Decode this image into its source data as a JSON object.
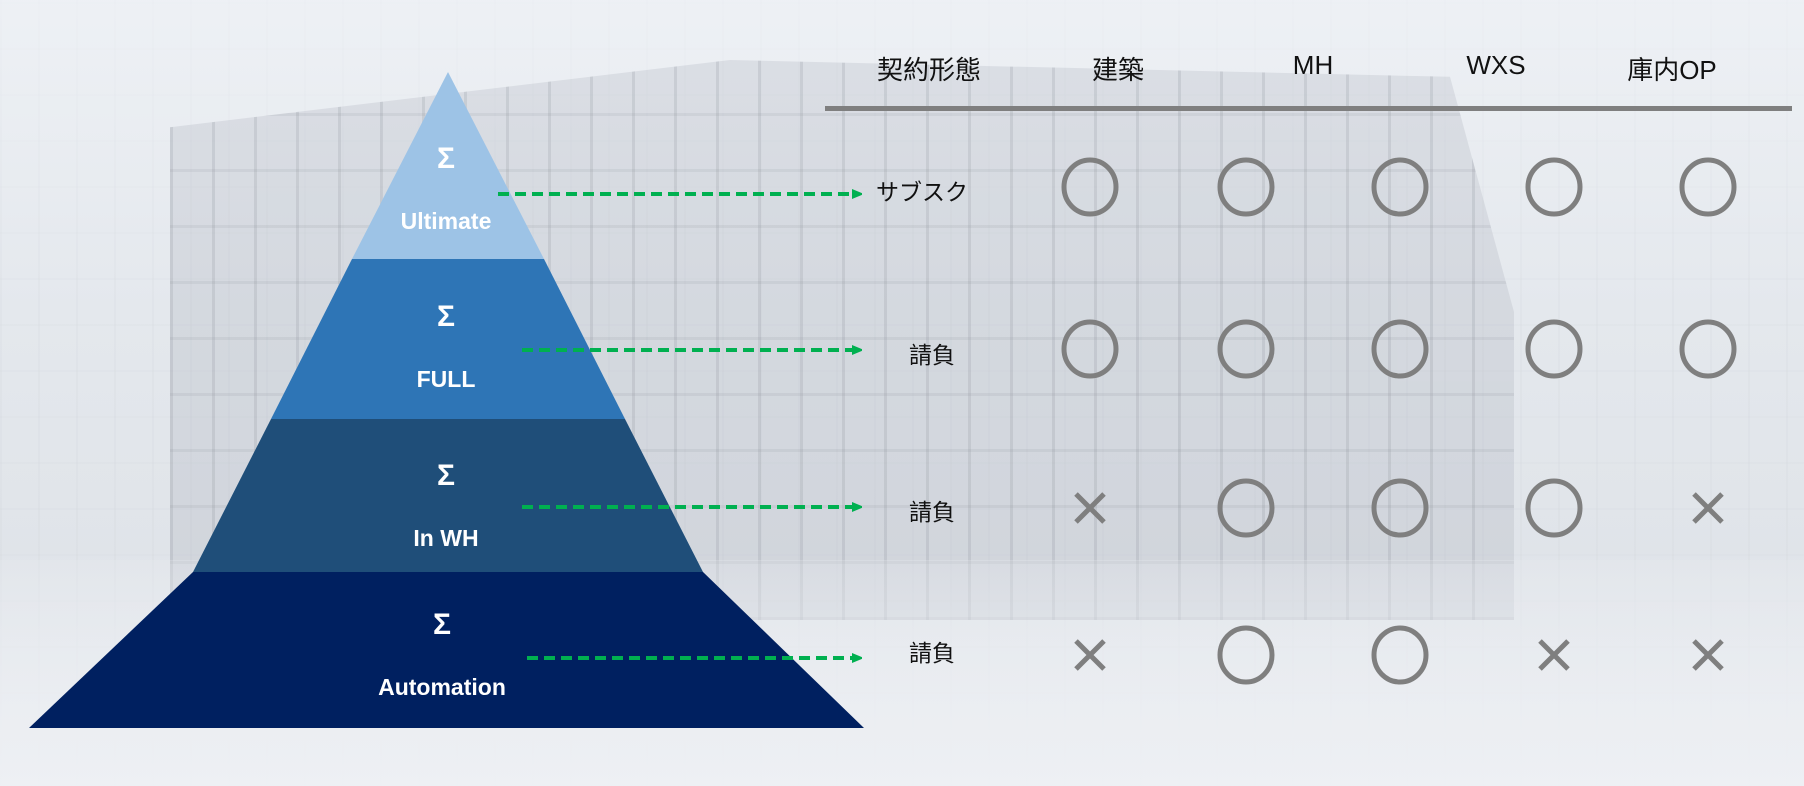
{
  "colors": {
    "tier_ultimate": "#9DC3E6",
    "tier_full": "#2E75B6",
    "tier_inwh": "#1F4E79",
    "tier_automation": "#002060",
    "arrow": "#00B050",
    "mark": "#7F7F7F",
    "header_line": "#7F7F7F"
  },
  "pyramid": {
    "tiers": [
      {
        "icon": "Σ",
        "name": "Ultimate"
      },
      {
        "icon": "Σ",
        "name": "FULL"
      },
      {
        "icon": "Σ",
        "name": "In WH"
      },
      {
        "icon": "Σ",
        "name": "Automation"
      }
    ]
  },
  "table": {
    "headers": [
      "契約形態",
      "建築",
      "MH",
      "WXS",
      "庫内OP"
    ],
    "rows": [
      {
        "tier": "Ultimate",
        "contract": "サブスク",
        "marks": [
          "○",
          "○",
          "○",
          "○",
          "○"
        ]
      },
      {
        "tier": "FULL",
        "contract": "請負",
        "marks": [
          "○",
          "○",
          "○",
          "○",
          "○"
        ]
      },
      {
        "tier": "In WH",
        "contract": "請負",
        "marks": [
          "×",
          "○",
          "○",
          "○",
          "×"
        ]
      },
      {
        "tier": "Automation",
        "contract": "請負",
        "marks": [
          "×",
          "○",
          "○",
          "×",
          "×"
        ]
      }
    ]
  }
}
